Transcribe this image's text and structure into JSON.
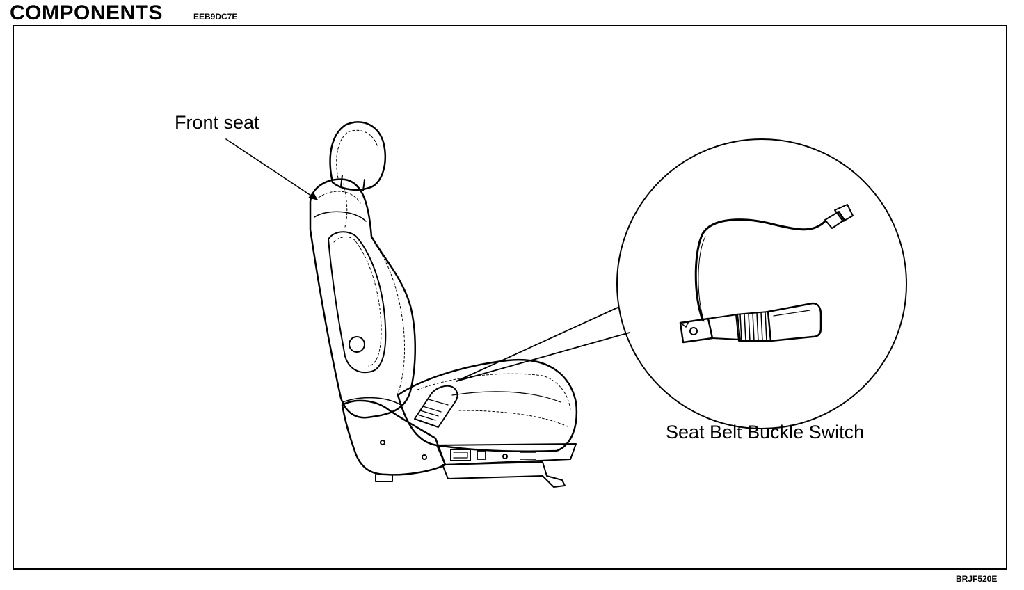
{
  "header": {
    "title": "COMPONENTS",
    "code": "EEB9DC7E"
  },
  "callouts": {
    "front_seat": "Front seat",
    "buckle_switch": "Seat Belt Buckle Switch"
  },
  "footer": {
    "figure_code": "BRJF520E"
  }
}
